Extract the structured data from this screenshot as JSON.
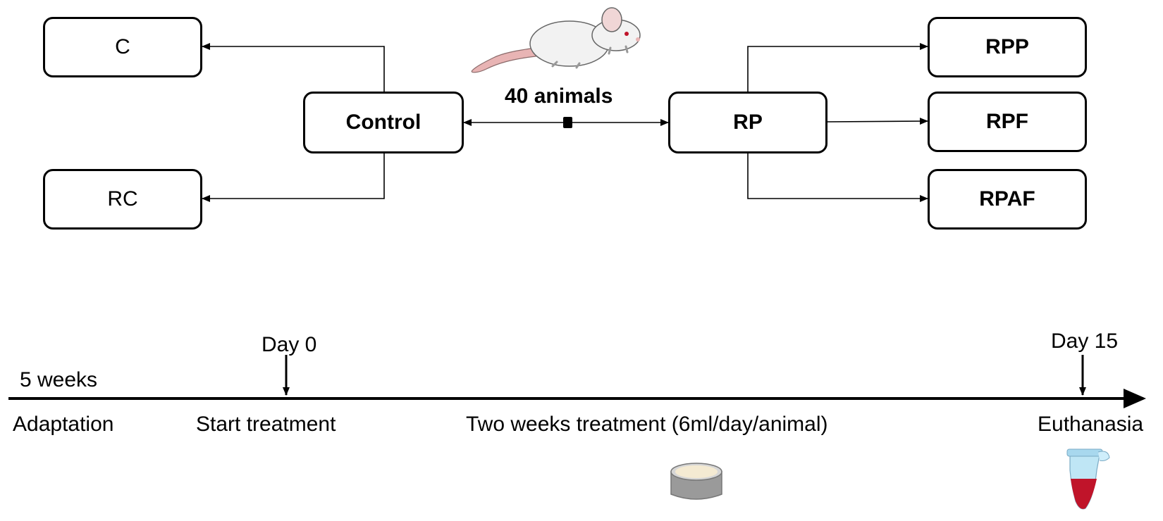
{
  "design": {
    "animals_label": "40 animals",
    "groups": {
      "control": "Control",
      "rp": "RP",
      "c": "C",
      "rc": "RC",
      "rpp": "RPP",
      "rpf": "RPF",
      "rpaf": "RPAF"
    },
    "icons": [
      "rat-icon",
      "food-dish-icon",
      "blood-tube-icon"
    ]
  },
  "timeline": {
    "day0": "Day 0",
    "day15": "Day 15",
    "five_weeks": "5 weeks",
    "adaptation": "Adaptation",
    "start_treatment": "Start treatment",
    "treatment": "Two weeks treatment (6ml/day/animal)",
    "euthanasia": "Euthanasia"
  },
  "colors": {
    "line": "#000000",
    "rat_body": "#f2f2f2",
    "rat_tail": "#e8b4b4",
    "blood": "#c0142a",
    "tube": "#bfe6f5",
    "dish": "#9a9a9a",
    "food": "#f4ead2"
  }
}
